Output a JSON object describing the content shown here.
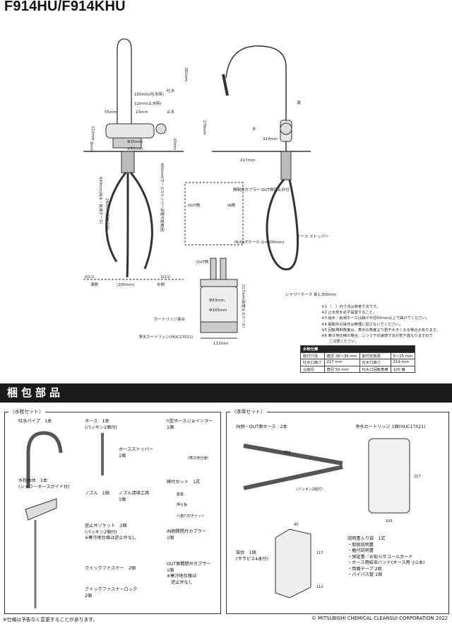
{
  "header": {
    "title": "F914HU/F914KHU"
  },
  "drawing": {
    "dims": {
      "d150": "150mm(吐水時)",
      "d12": "12mm(止水時)",
      "d55": "55mm",
      "d23": "23mm",
      "d382": "382mm",
      "d278": "278mm",
      "d30": "30mm",
      "d122": "122mm",
      "d217": "217mm",
      "d314": "314mm",
      "d_phi35": "Φ35mm",
      "d_phi50": "Φ50mm",
      "d_phi63": "Φ63mm",
      "d_phi105": "Φ105mm",
      "d8": "8mm",
      "d_cab": "290mm(配管穴径)",
      "d_hose": "640mm(給水・給湯ホース)",
      "d_stop": "400mm(ホースストッパー調整可能範囲)",
      "d200": "(200mm)",
      "d112": "112mm",
      "d2x": "217mm(取替えスペース)"
    },
    "labels": {
      "stop_water": "止水",
      "water_out": "吐水",
      "cold": "水",
      "hot": "湯",
      "valve": "開閉弁カプラー\nOUT側逆止弁付",
      "out_side": "OUT側",
      "in_side": "IN側",
      "in_out_hose": "IN/OUTホース\n(L=600mm)",
      "hose_stopper": "ホース\nストッパー",
      "shower_hose": "シャワーホース\n長1,300mm",
      "cartridge_base": "カートリッジ架台",
      "cartridge": "浄水カートリッジ(HUC17021)",
      "g12": "G1/2",
      "yu": "湯側",
      "mizu": "水側",
      "out2": "OUT側"
    }
  },
  "notes": [
    "※1 （　）内寸法は参考寸法です。",
    "※2 止水栓を必ず設置すること。",
    "※3 給水・給湯ホースは曲げ半径60mm以上で曲げてください。",
    "※4 開閉弁の操作は無理に回さないでください。",
    "※5 回転規制角度は、表示の角度より若干大きくなる場合があります。",
    "※6 寒冷地仕様の場合、シンク下の接続寸法が若干異なりますので",
    "　　ご注意ください。"
  ],
  "spec": {
    "header": "水栓仕様",
    "rows": [
      [
        "取付穴径",
        "直径 36～39 mm",
        "取付天板厚",
        "5～25 mm"
      ],
      [
        "吐水口高さ",
        "217 mm",
        "吐水口高さ",
        "219 mm"
      ],
      [
        "台座径",
        "直径 50 mm",
        "吐水口回転角度",
        "120 度"
      ]
    ]
  },
  "packing": {
    "title": "梱包部品",
    "faucet_set": "〈水栓セット〉",
    "body_set": "〈本体セット〉",
    "items": {
      "spout": "吐水パイプ　1本",
      "body": "水栓本体　1本\n(シャワーホースガイド付)",
      "hose": "ホース　1本\n(パッキン1個付)",
      "stopper": "ホースストッパー\n1個",
      "nozzle": "ノズル　1個",
      "nozzle_tool": "ノズル清掃工具\n1個",
      "socket": "逆止弁ソケット　2個\n(パッキン2個付)\n※寒冷地仕様は逆止弁なし",
      "fastener": "クイックファスナー　2個",
      "fastener_lock": "クイックファスナーロック\n2個",
      "h_joint": "h型ホースジョインター\n1個",
      "h_joint_sub": "(寒冷地仕様)",
      "fix_set": "締付セット　1式",
      "washer": "座金",
      "press": "押え板",
      "nut": "六角穴付きナット",
      "in_coupler": "IN側開閉弁カプラー\n1個",
      "out_coupler": "OUT側開閉弁カプラー\n1個\n※寒冷地仕様は\n　逆止弁なし",
      "inout_hose": "IN側・OUT側ホース　2本",
      "hose_len": "600",
      "packing_note": "(パッキン2個付)",
      "cartridge": "浄水カートリッジ 1個(HUC17021)",
      "cart_h": "217",
      "cart_w": "105",
      "stand": "架台　1個\n(サラビス4本付)",
      "stand_w": "90",
      "stand_h": "117",
      "stand_d": "112",
      "docs": "説明書入り袋　1式\n・取扱説明書\n・据付説明書\n・保証書／お知らせコールカード\n・ホース用結束バンド(ホース用 小1本)\n・両面テープ 2枚\n・バイパス管 1個"
    }
  },
  "footer": {
    "left": "※仕様は予告なく変更することがあります。",
    "right": "© MITSUBISHI CHEMICAL CLEANSUI CORPORATION 2022"
  }
}
